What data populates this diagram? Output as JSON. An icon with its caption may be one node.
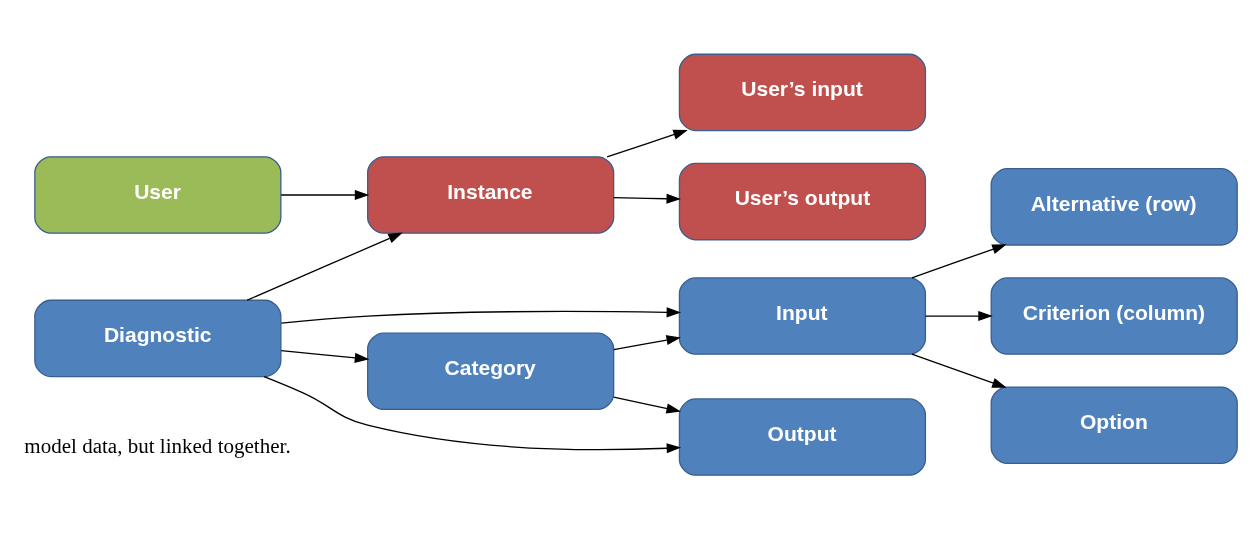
{
  "diagram": {
    "nodes": [
      {
        "text": [
          "User"
        ]
      },
      {
        "text": [
          "Instance"
        ]
      },
      {
        "text": [
          "User’s input"
        ]
      },
      {
        "text": [
          "User’s output"
        ]
      },
      {
        "text": [
          "Diagnostic"
        ]
      },
      {
        "text": [
          "Input"
        ]
      },
      {
        "text": [
          "Category"
        ]
      },
      {
        "text": [
          "Output"
        ]
      },
      {
        "text": [
          "Alternative (row)"
        ]
      },
      {
        "text": [
          "Criterion (column)"
        ]
      },
      {
        "text": [
          "Option"
        ]
      }
    ],
    "edges": [
      {
        "from": 0,
        "to": 1,
        "arrow": "to"
      },
      {
        "from": 4,
        "to": 1,
        "arrow": "to"
      },
      {
        "from": 1,
        "to": 2,
        "arrow": "to"
      },
      {
        "from": 1,
        "to": 3,
        "arrow": "to"
      },
      {
        "from": 4,
        "to": 5,
        "arrow": "to"
      },
      {
        "from": 4,
        "to": 6,
        "arrow": "to"
      },
      {
        "from": 4,
        "to": 7,
        "arrow": "to"
      },
      {
        "from": 6,
        "to": 5,
        "arrow": "to"
      },
      {
        "from": 6,
        "to": 7,
        "arrow": "to"
      },
      {
        "from": 5,
        "to": 8,
        "arrow": "to"
      },
      {
        "from": 5,
        "to": 9,
        "arrow": "to"
      },
      {
        "from": 5,
        "to": 10,
        "arrow": "to"
      }
    ],
    "labels": [
      "model data, but linked together."
    ]
  }
}
